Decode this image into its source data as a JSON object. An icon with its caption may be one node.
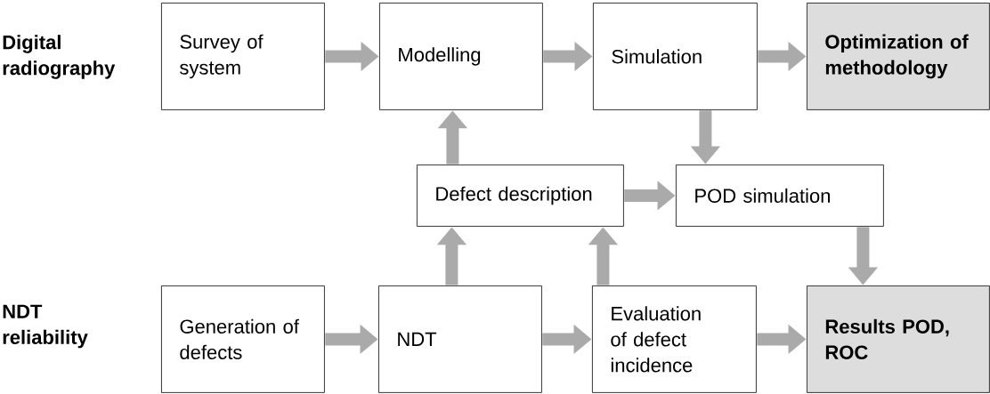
{
  "diagram": {
    "nodes": [
      {
        "text": [
          "Survey of system"
        ]
      },
      {
        "text": [
          "Modelling"
        ]
      },
      {
        "text": [
          "Simulation"
        ]
      },
      {
        "text": [
          "Optimization of methodology"
        ]
      },
      {
        "text": [
          "Defect description"
        ]
      },
      {
        "text": [
          "POD simulation"
        ]
      },
      {
        "text": [
          "Generation of defects"
        ]
      },
      {
        "text": [
          "NDT"
        ]
      },
      {
        "text": [
          "Evaluation of defect incidence"
        ]
      },
      {
        "text": [
          "Results POD, ROC"
        ]
      }
    ],
    "edges": [
      {
        "from": 0,
        "to": 1,
        "arrow": "to"
      },
      {
        "from": 1,
        "to": 2,
        "arrow": "to"
      },
      {
        "from": 2,
        "to": 3,
        "arrow": "to"
      },
      {
        "from": 4,
        "to": 1,
        "arrow": "to"
      },
      {
        "from": 2,
        "to": 5,
        "arrow": "to"
      },
      {
        "from": 4,
        "to": 5,
        "arrow": "to"
      },
      {
        "from": 5,
        "to": 9,
        "arrow": "to"
      },
      {
        "from": 6,
        "to": 7,
        "arrow": "to"
      },
      {
        "from": 7,
        "to": 8,
        "arrow": "to"
      },
      {
        "from": 8,
        "to": 9,
        "arrow": "to"
      },
      {
        "from": 7,
        "to": 4,
        "arrow": "to"
      },
      {
        "from": 8,
        "to": 4,
        "arrow": "to"
      }
    ],
    "labels": [
      "Digital radiography",
      "NDT reliability"
    ]
  }
}
